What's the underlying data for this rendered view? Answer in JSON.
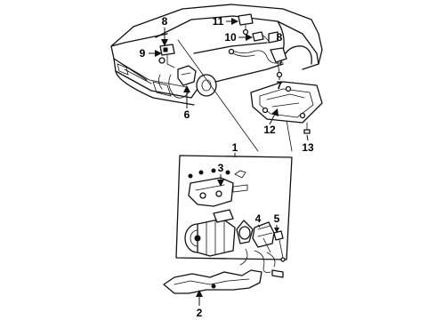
{
  "callouts": {
    "c1": "1",
    "c2": "2",
    "c3": "3",
    "c4": "4",
    "c5": "5",
    "c6": "6",
    "c7": "7",
    "c8a": "8",
    "c8b": "8",
    "c9": "9",
    "c10": "10",
    "c11": "11",
    "c12": "12",
    "c13": "13"
  }
}
